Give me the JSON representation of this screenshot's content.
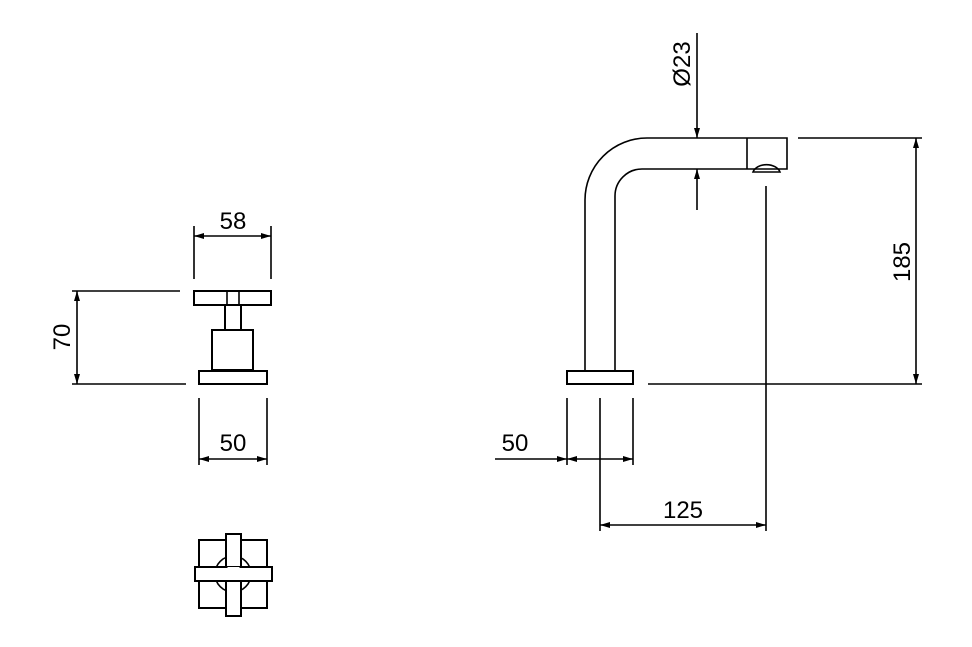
{
  "drawing": {
    "handle_side_view": {
      "width_dim": "58",
      "height_dim": "70",
      "base_width_dim": "50"
    },
    "spout_side_view": {
      "diameter_dim": "Ø23",
      "height_dim": "185",
      "base_width_dim": "50",
      "reach_dim": "125"
    }
  }
}
